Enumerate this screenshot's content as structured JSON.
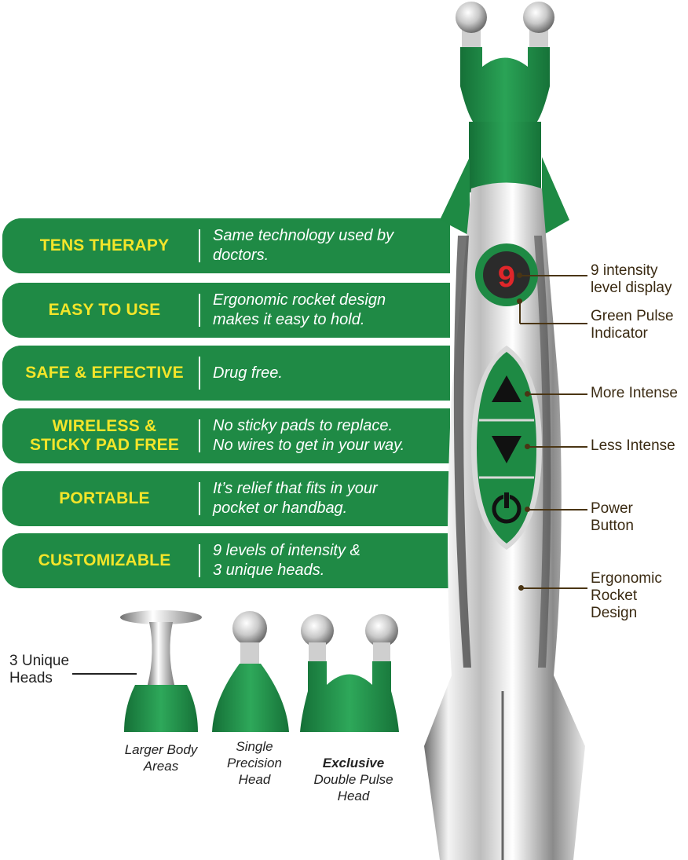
{
  "features": [
    {
      "title": "TENS THERAPY",
      "desc": "Same technology used by\ndoctors."
    },
    {
      "title": "EASY TO USE",
      "desc": "Ergonomic rocket design\nmakes it easy to hold."
    },
    {
      "title": "SAFE & EFFECTIVE",
      "desc": "Drug free."
    },
    {
      "title": "WIRELESS &\nSTICKY PAD FREE",
      "desc": "No sticky pads to replace.\nNo wires to get in your way."
    },
    {
      "title": "PORTABLE",
      "desc": "It’s relief that fits in your\npocket or handbag."
    },
    {
      "title": "CUSTOMIZABLE",
      "desc": "9 levels of intensity &\n3 unique heads."
    }
  ],
  "callouts": {
    "intensity_display": "9 intensity\nlevel display",
    "pulse_indicator": "Green Pulse\nIndicator",
    "more_intense": "More Intense",
    "less_intense": "Less Intense",
    "power_button": "Power\nButton",
    "ergonomic": "Ergonomic\nRocket\nDesign"
  },
  "display_digit": "9",
  "heads": {
    "label": "3 Unique\nHeads",
    "large": "Larger Body\nAreas",
    "single": "Single\nPrecision\nHead",
    "double_bold": "Exclusive",
    "double": "Double Pulse\nHead"
  },
  "colors": {
    "green": "#1f8a45",
    "yellow": "#f3e52a",
    "brown": "#4a3514"
  }
}
